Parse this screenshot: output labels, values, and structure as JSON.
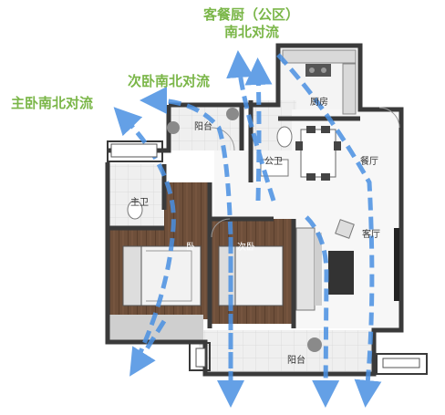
{
  "captions": {
    "public_line1": "客餐厨（公区）",
    "public_line2": "南北对流",
    "second_bedroom": "次卧南北对流",
    "master_bedroom": "主卧南北对流"
  },
  "rooms": {
    "kitchen": "厨房",
    "north_balcony": "阳台",
    "public_bath": "公卫",
    "dining": "餐厅",
    "master_bath": "主卫",
    "master_bed": "卧",
    "second_bed": "次卧",
    "living": "客厅",
    "south_balcony": "阳台"
  },
  "colors": {
    "arrow": "#4a90e2",
    "caption": "#7ab648",
    "wall": "#3a3a3a"
  }
}
